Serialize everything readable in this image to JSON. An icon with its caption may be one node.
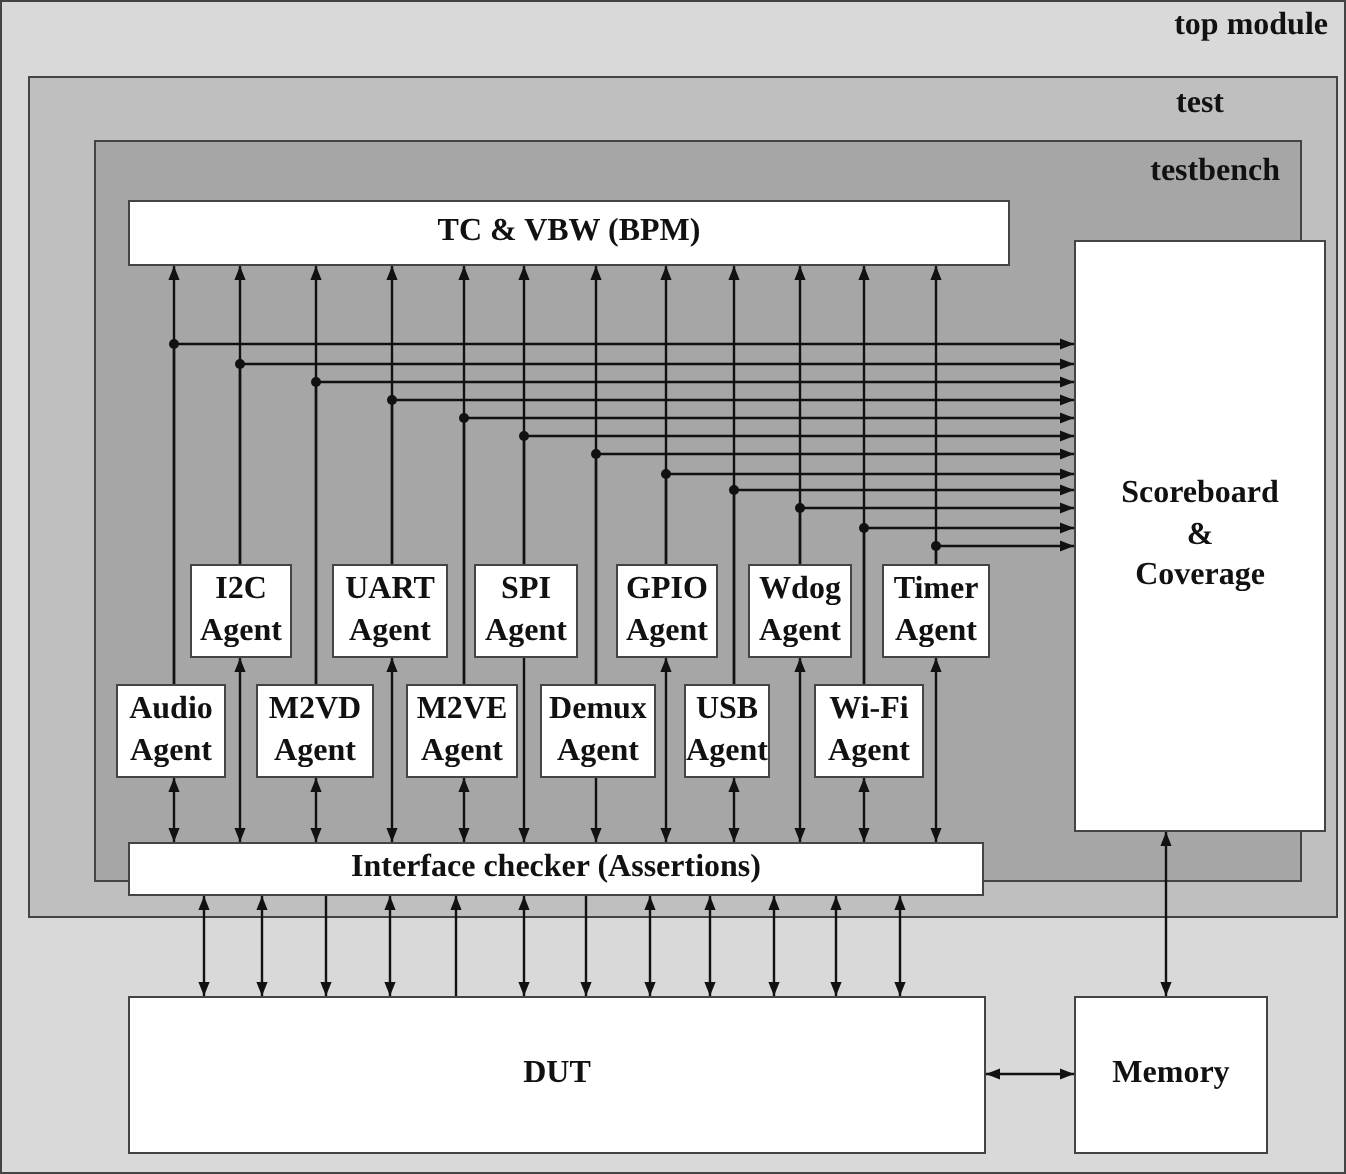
{
  "diagram": {
    "nodes": [
      {
        "text": [
          "top module"
        ]
      },
      {
        "text": [
          "test"
        ],
        "in": 0
      },
      {
        "text": [
          "testbench"
        ],
        "in": 1
      },
      {
        "text": [
          "TC & VBW (BPM)"
        ],
        "in": 2
      },
      {
        "text": [
          "Scoreboard & Coverage"
        ],
        "in": 2
      },
      {
        "text": [
          "I2C Agent"
        ],
        "in": 2
      },
      {
        "text": [
          "UART Agent"
        ],
        "in": 2
      },
      {
        "text": [
          "SPI Agent"
        ],
        "in": 2
      },
      {
        "text": [
          "GPIO Agent"
        ],
        "in": 2
      },
      {
        "text": [
          "Wdog Agent"
        ],
        "in": 2
      },
      {
        "text": [
          "Timer Agent"
        ],
        "in": 2
      },
      {
        "text": [
          "Audio Agent"
        ],
        "in": 2
      },
      {
        "text": [
          "M2VD Agent"
        ],
        "in": 2
      },
      {
        "text": [
          "M2VE Agent"
        ],
        "in": 2
      },
      {
        "text": [
          "Demux Agent"
        ],
        "in": 2
      },
      {
        "text": [
          "USB Agent"
        ],
        "in": 2
      },
      {
        "text": [
          "Wi-Fi Agent"
        ],
        "in": 2
      },
      {
        "text": [
          "Interface checker (Assertions)"
        ],
        "in": 2
      },
      {
        "text": [
          "DUT"
        ],
        "in": 0
      },
      {
        "text": [
          "Memory"
        ],
        "in": 0
      }
    ],
    "edges": [
      {
        "from": 11,
        "to": 3,
        "arrow": "to"
      },
      {
        "from": 11,
        "to": 4,
        "arrow": "to"
      },
      {
        "from": 11,
        "to": 17,
        "arrow": "both"
      },
      {
        "from": 5,
        "to": 3,
        "arrow": "to"
      },
      {
        "from": 5,
        "to": 4,
        "arrow": "to"
      },
      {
        "from": 5,
        "to": 17,
        "arrow": "both"
      },
      {
        "from": 12,
        "to": 3,
        "arrow": "to"
      },
      {
        "from": 12,
        "to": 4,
        "arrow": "to"
      },
      {
        "from": 12,
        "to": 17,
        "arrow": "both"
      },
      {
        "from": 6,
        "to": 3,
        "arrow": "to"
      },
      {
        "from": 6,
        "to": 4,
        "arrow": "to"
      },
      {
        "from": 6,
        "to": 17,
        "arrow": "both"
      },
      {
        "from": 13,
        "to": 3,
        "arrow": "to"
      },
      {
        "from": 13,
        "to": 4,
        "arrow": "to"
      },
      {
        "from": 13,
        "to": 17,
        "arrow": "both"
      },
      {
        "from": 7,
        "to": 3,
        "arrow": "to"
      },
      {
        "from": 7,
        "to": 4,
        "arrow": "to"
      },
      {
        "from": 7,
        "to": 17,
        "arrow": "to"
      },
      {
        "from": 14,
        "to": 3,
        "arrow": "to"
      },
      {
        "from": 14,
        "to": 4,
        "arrow": "to"
      },
      {
        "from": 14,
        "to": 17,
        "arrow": "to"
      },
      {
        "from": 8,
        "to": 3,
        "arrow": "to"
      },
      {
        "from": 8,
        "to": 4,
        "arrow": "to"
      },
      {
        "from": 8,
        "to": 17,
        "arrow": "both"
      },
      {
        "from": 15,
        "to": 3,
        "arrow": "to"
      },
      {
        "from": 15,
        "to": 4,
        "arrow": "to"
      },
      {
        "from": 15,
        "to": 17,
        "arrow": "both"
      },
      {
        "from": 9,
        "to": 3,
        "arrow": "to"
      },
      {
        "from": 9,
        "to": 4,
        "arrow": "to"
      },
      {
        "from": 9,
        "to": 17,
        "arrow": "both"
      },
      {
        "from": 16,
        "to": 3,
        "arrow": "to"
      },
      {
        "from": 16,
        "to": 4,
        "arrow": "to"
      },
      {
        "from": 16,
        "to": 17,
        "arrow": "both"
      },
      {
        "from": 10,
        "to": 3,
        "arrow": "to"
      },
      {
        "from": 10,
        "to": 4,
        "arrow": "to"
      },
      {
        "from": 10,
        "to": 17,
        "arrow": "both"
      },
      {
        "from": 17,
        "to": 18,
        "arrow": "both"
      },
      {
        "from": 17,
        "to": 18,
        "arrow": "both"
      },
      {
        "from": 17,
        "to": 18,
        "arrow": "to"
      },
      {
        "from": 17,
        "to": 18,
        "arrow": "both"
      },
      {
        "from": 18,
        "to": 17,
        "arrow": "to"
      },
      {
        "from": 17,
        "to": 18,
        "arrow": "both"
      },
      {
        "from": 17,
        "to": 18,
        "arrow": "to"
      },
      {
        "from": 17,
        "to": 18,
        "arrow": "both"
      },
      {
        "from": 17,
        "to": 18,
        "arrow": "both"
      },
      {
        "from": 17,
        "to": 18,
        "arrow": "both"
      },
      {
        "from": 17,
        "to": 18,
        "arrow": "both"
      },
      {
        "from": 17,
        "to": 18,
        "arrow": "both"
      },
      {
        "from": 18,
        "to": 19,
        "arrow": "both"
      },
      {
        "from": 4,
        "to": 19,
        "arrow": "both"
      }
    ]
  }
}
